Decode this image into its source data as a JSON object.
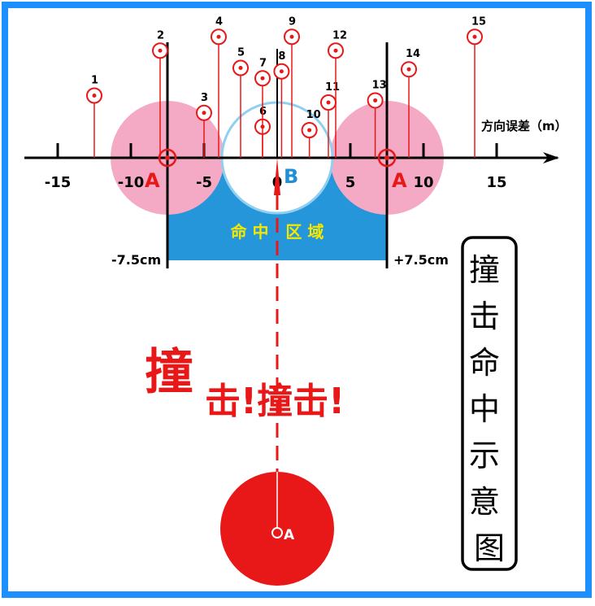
{
  "axis": {
    "label": "方向误差（m）",
    "ticks": [
      {
        "value": -15,
        "label": "-15"
      },
      {
        "value": -10,
        "label": "-10"
      },
      {
        "value": -5,
        "label": "-5"
      },
      {
        "value": 0,
        "label": "0"
      },
      {
        "value": 5,
        "label": "5"
      },
      {
        "value": 10,
        "label": "10"
      },
      {
        "value": 15,
        "label": "15"
      }
    ]
  },
  "shots": [
    {
      "n": "1",
      "x": -12.5,
      "y": 9
    },
    {
      "n": "2",
      "x": -8,
      "y": 15.5
    },
    {
      "n": "3",
      "x": -5,
      "y": 6.5
    },
    {
      "n": "4",
      "x": -4,
      "y": 17.5
    },
    {
      "n": "5",
      "x": -2.5,
      "y": 13
    },
    {
      "n": "6",
      "x": -1,
      "y": 4.5
    },
    {
      "n": "7",
      "x": -1,
      "y": 11.5
    },
    {
      "n": "8",
      "x": 0.3,
      "y": 12.5
    },
    {
      "n": "9",
      "x": 1,
      "y": 17.5
    },
    {
      "n": "10",
      "x": 2.2,
      "y": 4
    },
    {
      "n": "11",
      "x": 3.5,
      "y": 8
    },
    {
      "n": "12",
      "x": 4,
      "y": 15.5
    },
    {
      "n": "13",
      "x": 6.7,
      "y": 8.3
    },
    {
      "n": "14",
      "x": 9,
      "y": 12.8
    },
    {
      "n": "15",
      "x": 13.5,
      "y": 17.5
    }
  ],
  "labels": {
    "ship_a": "A",
    "ship_b": "B",
    "ship_a_bottom": "A",
    "hit_zone": "命 中   区 域",
    "minus_bound": "-7.5cm",
    "plus_bound": "+7.5cm",
    "impact_1": "撞",
    "impact_2": "击!撞击!",
    "title": "撞击命中示意图"
  },
  "colors": {
    "frame": "#1E8FFF",
    "zone": "#2596D9",
    "zone_text": "#F5E800",
    "circle_pink": "#F4A9C4",
    "red": "#E81818",
    "b_circle": "#8FCFEF",
    "b_text": "#1E90D6"
  }
}
